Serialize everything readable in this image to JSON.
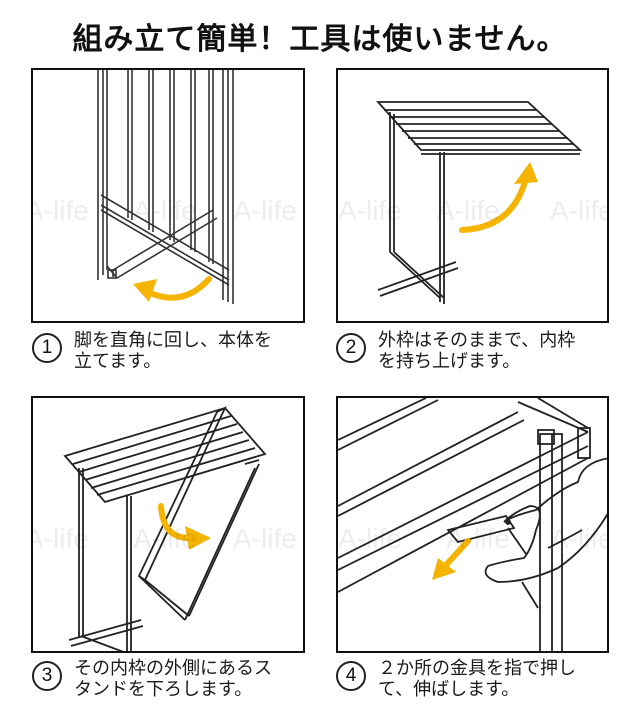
{
  "title": "組み立て簡単！工具は使いません。",
  "colors": {
    "arrow": "#F5B400",
    "border": "#111111",
    "watermark": "#EDEDED"
  },
  "watermark_text": "A-life",
  "steps": [
    {
      "number": "1",
      "text": "脚を直角に回し、本体を\n立てます。",
      "illustration": "rack-leg-rotate",
      "arrow": "curved-left"
    },
    {
      "number": "2",
      "text": "外枠はそのままで、内枠\nを持ち上げます。",
      "illustration": "rack-lift-inner-frame",
      "arrow": "curved-up"
    },
    {
      "number": "3",
      "text": "その内枠の外側にあるス\nタンドを下ろします。",
      "illustration": "rack-lower-stand",
      "arrow": "curved-down-right"
    },
    {
      "number": "4",
      "text": "２か所の金具を指で押し\nて、伸ばします。",
      "illustration": "hand-press-bracket",
      "arrow": "straight-down-left"
    }
  ]
}
